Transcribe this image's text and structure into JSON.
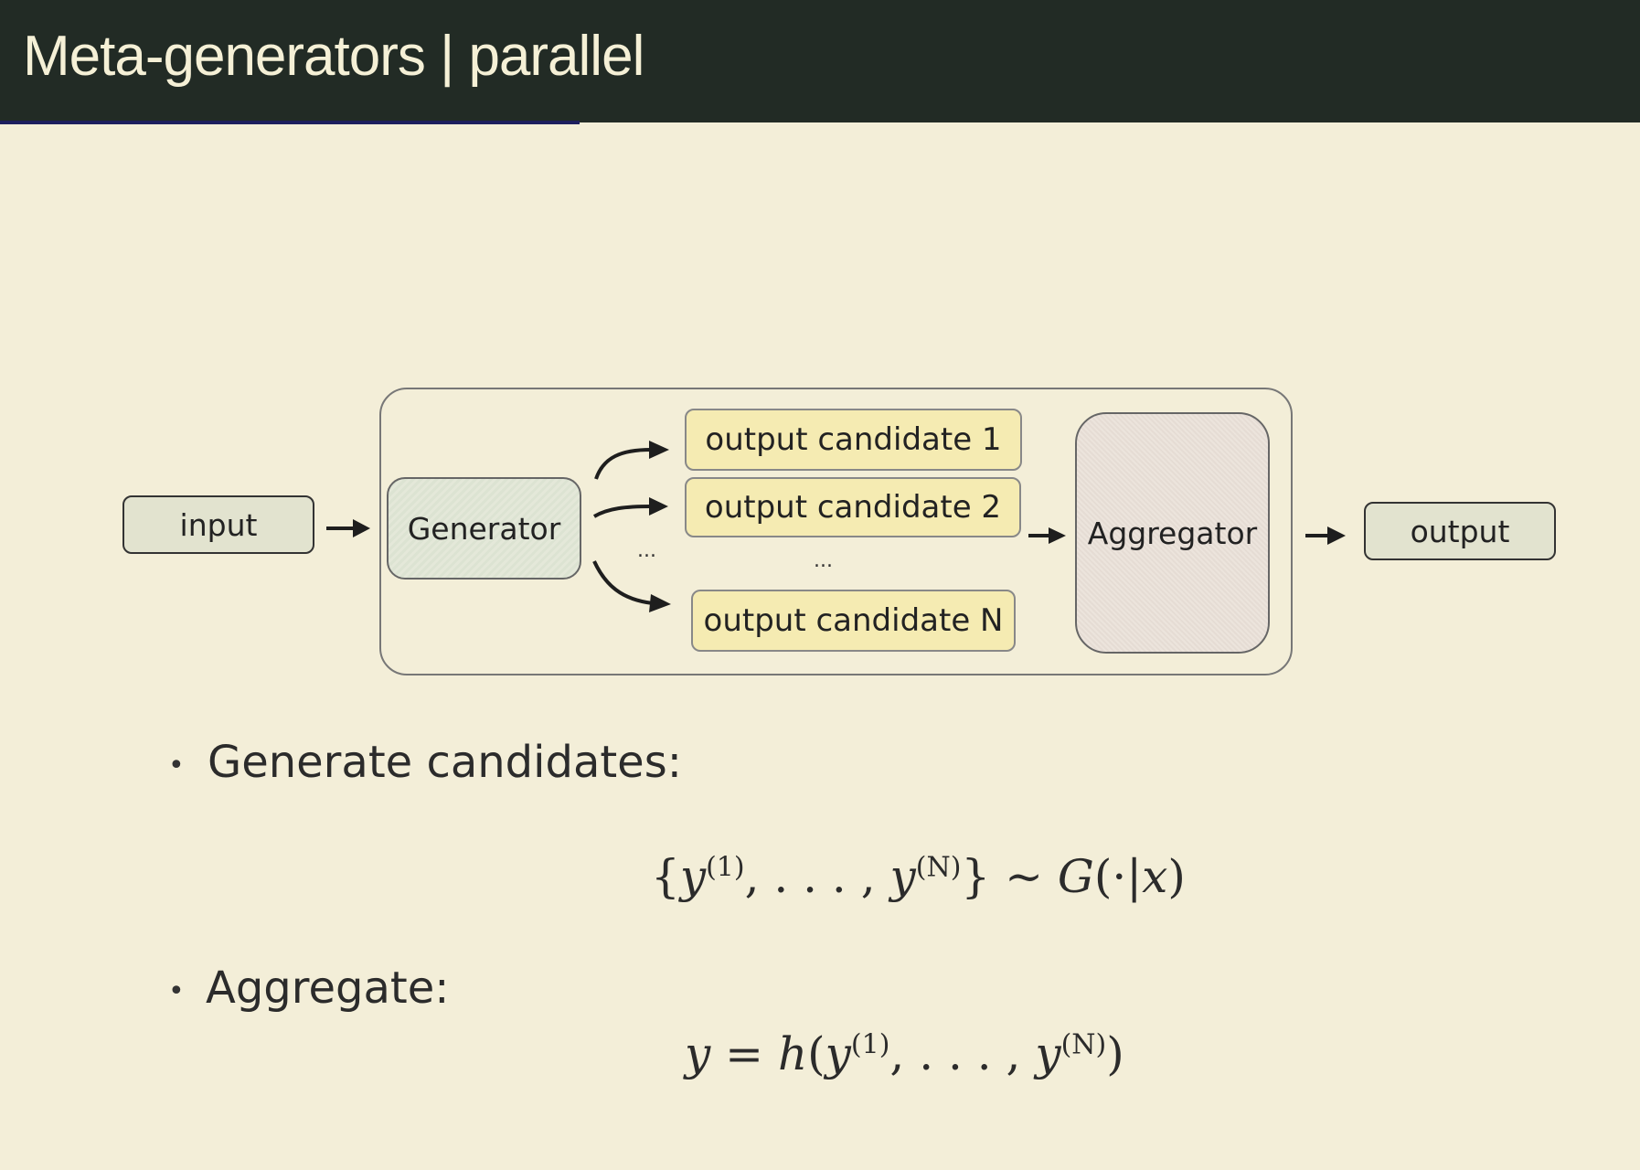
{
  "header": {
    "title": "Meta-generators | parallel"
  },
  "diagram": {
    "input": "input",
    "generator": "Generator",
    "candidates": [
      "output candidate 1",
      "output candidate 2",
      "output candidate N"
    ],
    "ellipsis_arrows": "...",
    "ellipsis_candidates": "...",
    "aggregator": "Aggregator",
    "output": "output"
  },
  "bullets": [
    {
      "text": "Generate candidates:"
    },
    {
      "text": "Aggregate:"
    }
  ],
  "formulas": {
    "generate": {
      "open": "{",
      "y1": "y",
      "sup1": "(1)",
      "mid": ", . . . , ",
      "yN": "y",
      "supN": "(N)",
      "close": "} ~ ",
      "G": "G",
      "rest": "(·|",
      "x": "x",
      "end": ")"
    },
    "aggregate": {
      "y": "y",
      "eq": " = ",
      "h": "h",
      "open": "(",
      "y1": "y",
      "sup1": "(1)",
      "mid": ", . . . , ",
      "yN": "y",
      "supN": "(N)",
      "end": ")"
    }
  },
  "colors": {
    "header": "#222b25",
    "background": "#f3eed8",
    "candidate": "#f5ebb2",
    "progress": "#1d1f5e"
  }
}
